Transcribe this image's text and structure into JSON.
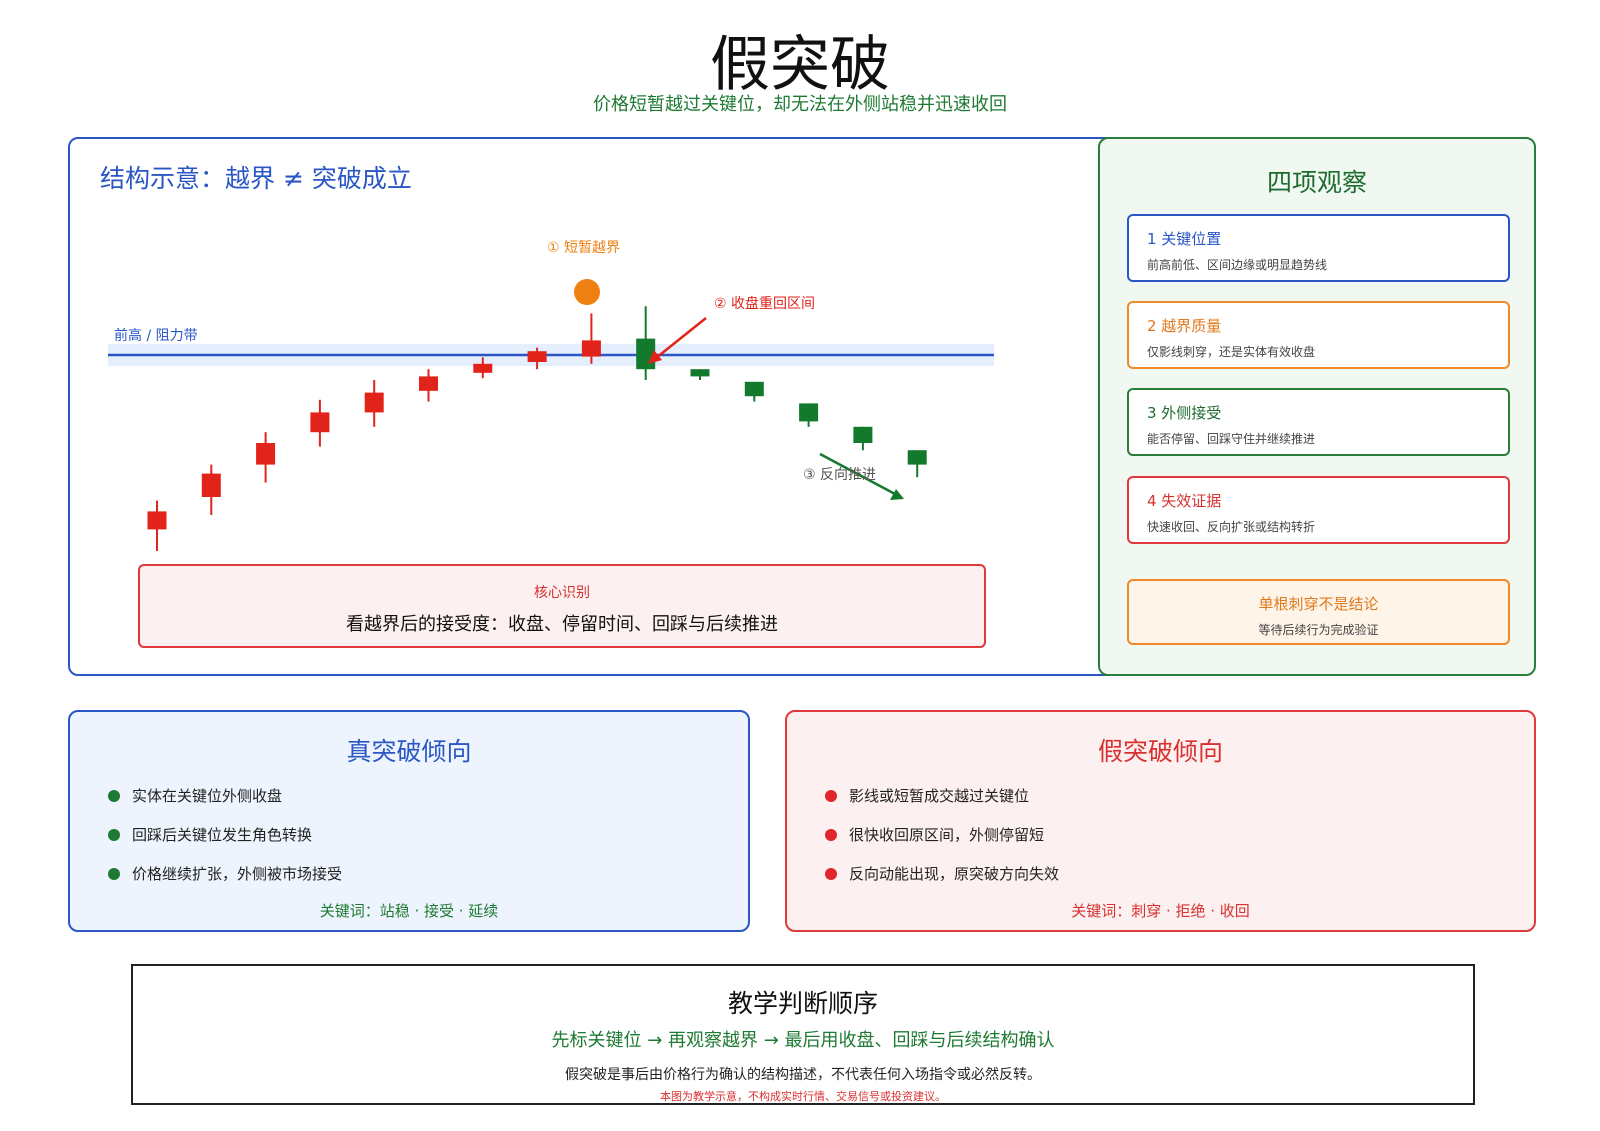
{
  "title": "假突破",
  "subtitle": "价格短暂越过关键位，却无法在外侧站稳并迅速收回",
  "structure": {
    "title": "结构示意：越界 ≠ 突破成立",
    "resistance_label": "前高 / 阻力带",
    "annotations": {
      "breach": "① 短暂越界",
      "close_back": "② 收盘重回区间",
      "reverse": "③ 反向推进"
    },
    "core": {
      "label": "核心识别",
      "text": "看越界后的接受度：收盘、停留时间、回踩与后续推进"
    },
    "candles": [
      {
        "color": "red",
        "open": 0.6,
        "close": 1.1,
        "high": 1.4,
        "low": 0.0
      },
      {
        "color": "red",
        "open": 1.5,
        "close": 2.15,
        "high": 2.4,
        "low": 1.0
      },
      {
        "color": "red",
        "open": 2.4,
        "close": 3.0,
        "high": 3.3,
        "low": 1.9
      },
      {
        "color": "red",
        "open": 3.3,
        "close": 3.85,
        "high": 4.2,
        "low": 2.9
      },
      {
        "color": "red",
        "open": 3.85,
        "close": 4.4,
        "high": 4.75,
        "low": 3.45
      },
      {
        "color": "red",
        "open": 4.45,
        "close": 4.85,
        "high": 5.05,
        "low": 4.15
      },
      {
        "color": "red",
        "open": 4.95,
        "close": 5.2,
        "high": 5.38,
        "low": 4.8
      },
      {
        "color": "red",
        "open": 5.25,
        "close": 5.55,
        "high": 5.65,
        "low": 5.05
      },
      {
        "color": "red",
        "open": 5.4,
        "close": 5.85,
        "high": 6.6,
        "low": 5.2
      },
      {
        "color": "green",
        "open": 5.9,
        "close": 5.05,
        "high": 6.8,
        "low": 4.75
      },
      {
        "color": "green",
        "open": 5.05,
        "close": 4.85,
        "high": 5.05,
        "low": 4.75
      },
      {
        "color": "green",
        "open": 4.7,
        "close": 4.3,
        "high": 4.7,
        "low": 4.15
      },
      {
        "color": "green",
        "open": 4.1,
        "close": 3.6,
        "high": 4.1,
        "low": 3.45
      },
      {
        "color": "green",
        "open": 3.45,
        "close": 3.0,
        "high": 3.45,
        "low": 2.8
      },
      {
        "color": "green",
        "open": 2.8,
        "close": 2.4,
        "high": 2.8,
        "low": 2.05
      }
    ],
    "resistance_level": 5.4,
    "colors": {
      "up": "#e2231a",
      "down": "#137a2d",
      "resistance": "#2a56c6",
      "breach": "#ee7f11"
    }
  },
  "observe": {
    "title": "四项观察",
    "cards": [
      {
        "title": "1 关键位置",
        "desc": "前高前低、区间边缘或明显趋势线"
      },
      {
        "title": "2 越界质量",
        "desc": "仅影线刺穿，还是实体有效收盘"
      },
      {
        "title": "3 外侧接受",
        "desc": "能否停留、回踩守住并继续推进"
      },
      {
        "title": "4 失效证据",
        "desc": "快速收回、反向扩张或结构转折"
      }
    ],
    "note": {
      "title": "单根刺穿不是结论",
      "desc": "等待后续行为完成验证"
    }
  },
  "true_breakout": {
    "title": "真突破倾向",
    "items": [
      "实体在关键位外侧收盘",
      "回踩后关键位发生角色转换",
      "价格继续扩张，外侧被市场接受"
    ],
    "keywords": "关键词：站稳 · 接受 · 延续"
  },
  "false_breakout": {
    "title": "假突破倾向",
    "items": [
      "影线或短暂成交越过关键位",
      "很快收回原区间，外侧停留短",
      "反向动能出现，原突破方向失效"
    ],
    "keywords": "关键词：刺穿 · 拒绝 · 收回"
  },
  "order": {
    "title": "教学判断顺序",
    "flow": "先标关键位 → 再观察越界 → 最后用收盘、回踩与后续结构确认",
    "note": "假突破是事后由价格行为确认的结构描述，不代表任何入场指令或必然反转。",
    "disclaimer": "本图为教学示意，不构成实时行情、交易信号或投资建议。"
  }
}
